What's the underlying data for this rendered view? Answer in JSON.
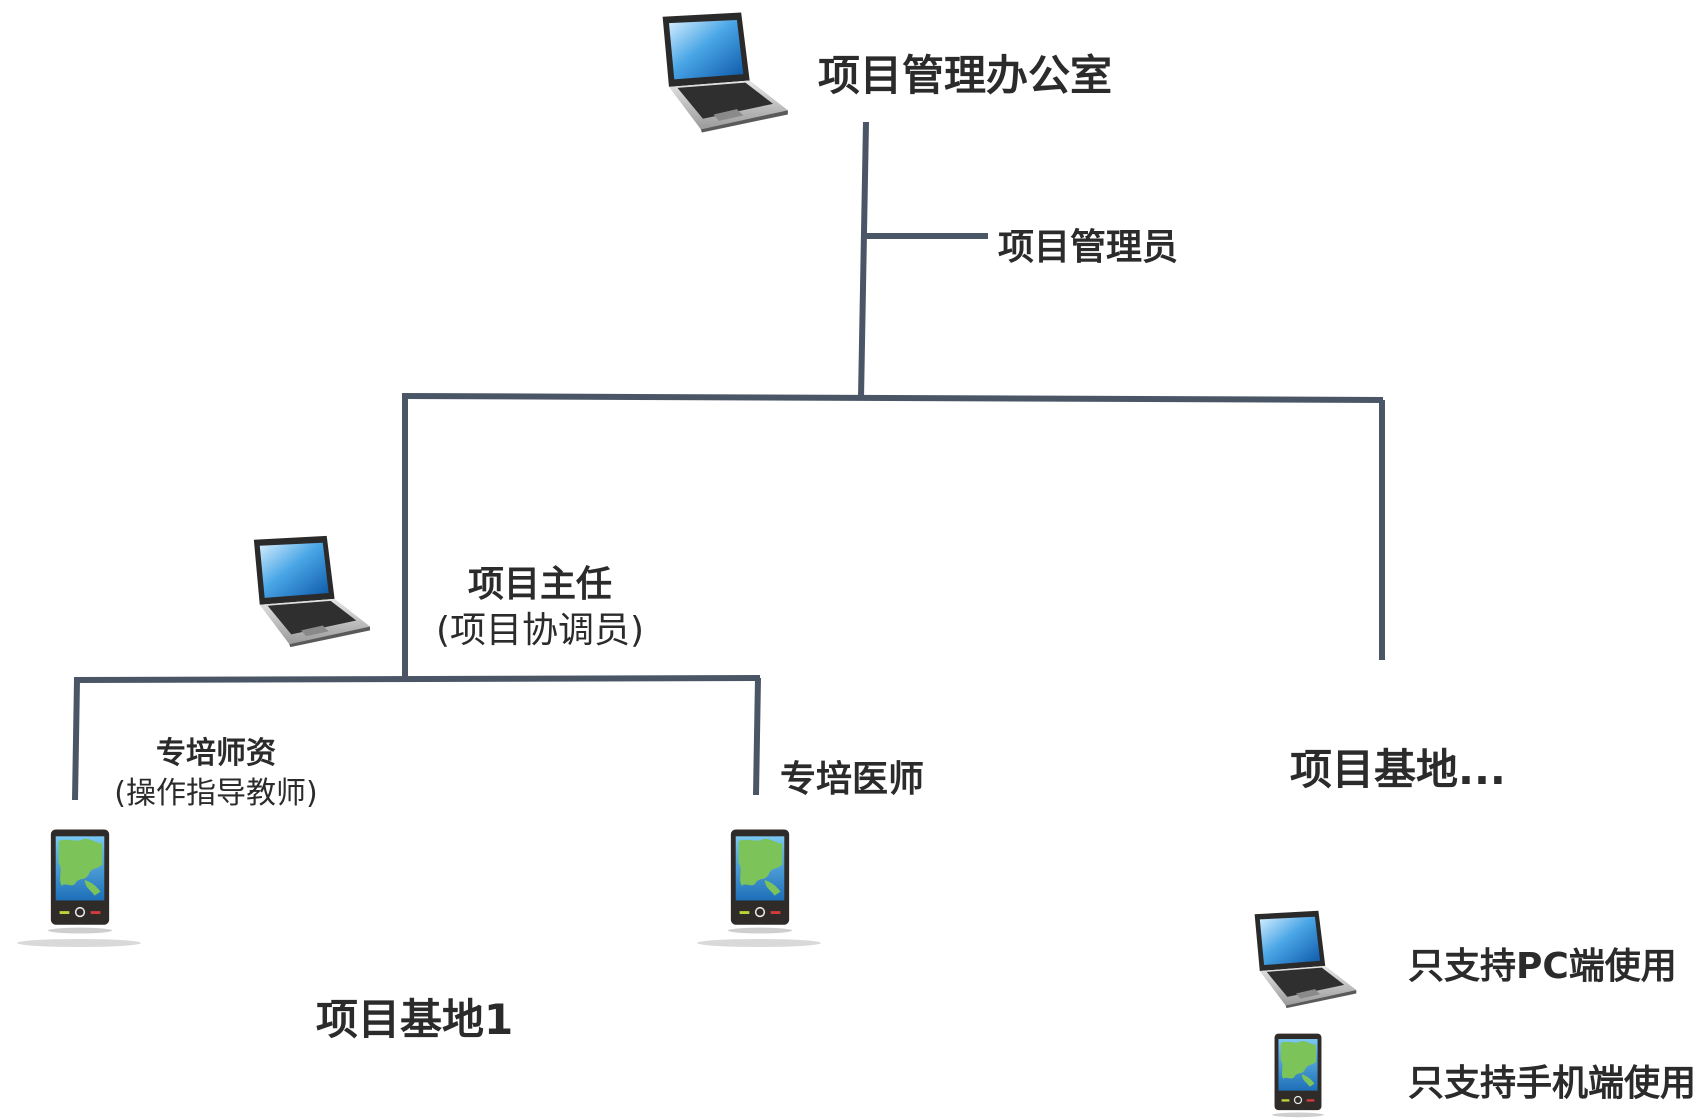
{
  "colors": {
    "connector": "#4a5566",
    "text": "#2b2b2b"
  },
  "nodes": {
    "office": {
      "label": "项目管理办公室",
      "icon": "laptop-icon"
    },
    "admin": {
      "label": "项目管理员"
    },
    "director": {
      "label": "项目主任",
      "sublabel": "(项目协调员)",
      "icon": "laptop-icon"
    },
    "faculty": {
      "label": "专培师资",
      "sublabel": "(操作指导教师)",
      "icon": "phone-icon"
    },
    "physician": {
      "label": "专培医师",
      "icon": "phone-icon"
    },
    "base1": {
      "label": "项目基地1"
    },
    "base_more": {
      "label": "项目基地..."
    }
  },
  "legend": {
    "pc_only": {
      "label": "只支持PC端使用",
      "icon": "laptop-icon"
    },
    "mobile_only": {
      "label": "只支持手机端使用",
      "icon": "phone-icon"
    }
  }
}
